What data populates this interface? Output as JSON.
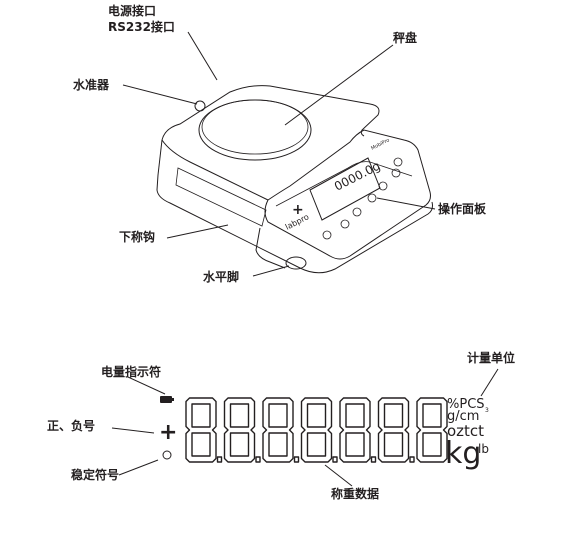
{
  "labels": {
    "power_port": "电源接口",
    "rs232_port": "RS232接口",
    "level": "水准器",
    "pan": "秤盘",
    "panel": "操作面板",
    "hook": "下称钩",
    "foot": "水平脚",
    "battery": "电量指示符",
    "sign": "正、负号",
    "stable": "稳定符号",
    "units_label": "计量单位",
    "weight": "称重数据"
  },
  "scale": {
    "brand": "labpro",
    "display_text": "0000.0g",
    "model_mark": "MobiPro",
    "plus_sign": "+"
  },
  "lcd": {
    "digits": "8.8.8.8.8.8.8",
    "sign": "+",
    "units": {
      "pcs": "%PCS",
      "gcm": "g/cm",
      "gcm_sup": "3",
      "oz_ct": "oztct",
      "kg": "kg",
      "lb": "lb"
    }
  }
}
